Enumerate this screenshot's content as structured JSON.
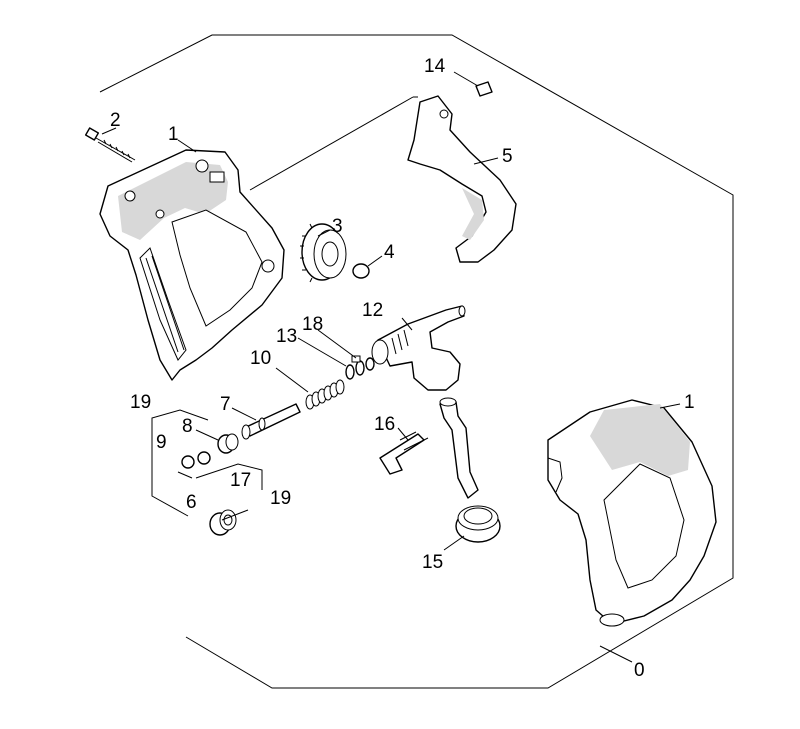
{
  "diagram": {
    "callouts": [
      {
        "id": "c0",
        "text": "0"
      },
      {
        "id": "c1a",
        "text": "1"
      },
      {
        "id": "c1b",
        "text": "1"
      },
      {
        "id": "c2",
        "text": "2"
      },
      {
        "id": "c3",
        "text": "3"
      },
      {
        "id": "c4",
        "text": "4"
      },
      {
        "id": "c5",
        "text": "5"
      },
      {
        "id": "c6",
        "text": "6"
      },
      {
        "id": "c7",
        "text": "7"
      },
      {
        "id": "c8",
        "text": "8"
      },
      {
        "id": "c9",
        "text": "9"
      },
      {
        "id": "c10",
        "text": "10"
      },
      {
        "id": "c12",
        "text": "12"
      },
      {
        "id": "c13",
        "text": "13"
      },
      {
        "id": "c14",
        "text": "14"
      },
      {
        "id": "c15",
        "text": "15"
      },
      {
        "id": "c16",
        "text": "16"
      },
      {
        "id": "c17",
        "text": "17"
      },
      {
        "id": "c18",
        "text": "18"
      },
      {
        "id": "c19a",
        "text": "19"
      },
      {
        "id": "c19b",
        "text": "19"
      }
    ]
  }
}
